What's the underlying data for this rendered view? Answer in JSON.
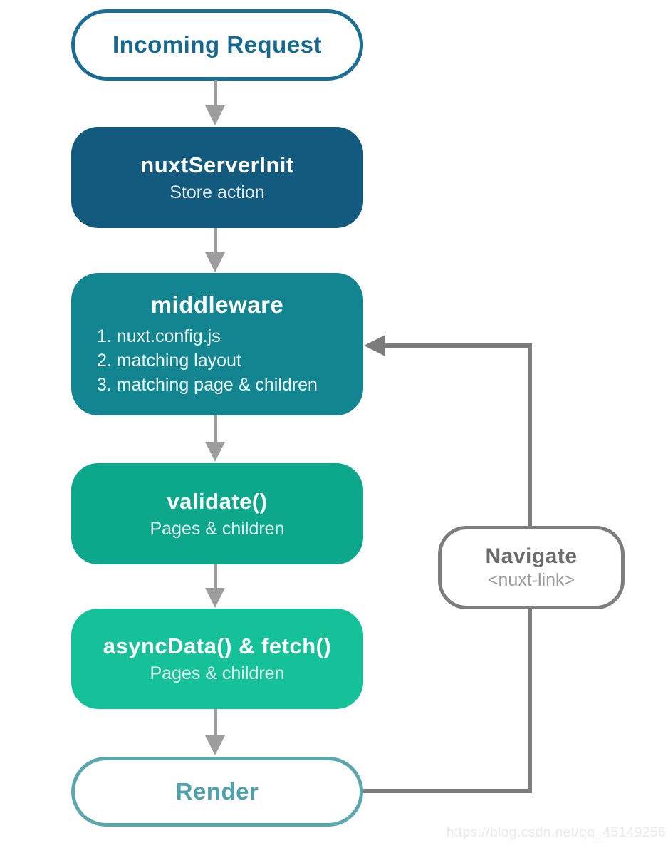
{
  "nodes": {
    "incoming": {
      "title": "Incoming Request"
    },
    "server_init": {
      "title": "nuxtServerInit",
      "subtitle": "Store action"
    },
    "middleware": {
      "title": "middleware",
      "items": [
        "1. nuxt.config.js",
        "2. matching layout",
        "3. matching page & children"
      ]
    },
    "validate": {
      "title": "validate()",
      "subtitle": "Pages & children"
    },
    "async_data": {
      "title": "asyncData() & fetch()",
      "subtitle": "Pages & children"
    },
    "render": {
      "title": "Render"
    },
    "navigate": {
      "title": "Navigate",
      "subtitle": "<nuxt-link>"
    }
  },
  "colors": {
    "incoming_outline": "#1a6e96",
    "incoming_text": "#15688f",
    "server_init_bg": "#135b7e",
    "middleware_bg": "#138590",
    "validate_bg": "#0da78b",
    "async_data_bg": "#14c198",
    "render_outline": "#5aa7ae",
    "render_text": "#4ba1ac",
    "navigate_border": "#7d7d7d",
    "navigate_title": "#6b6b6b",
    "navigate_subtitle": "#9c9c9c",
    "connector_arrow": "#9d9d9d",
    "loop_line": "#7c7c7c",
    "watermark": "#e9e9e9"
  },
  "watermark": {
    "text": "https://blog.csdn.net/qq_45149256"
  }
}
